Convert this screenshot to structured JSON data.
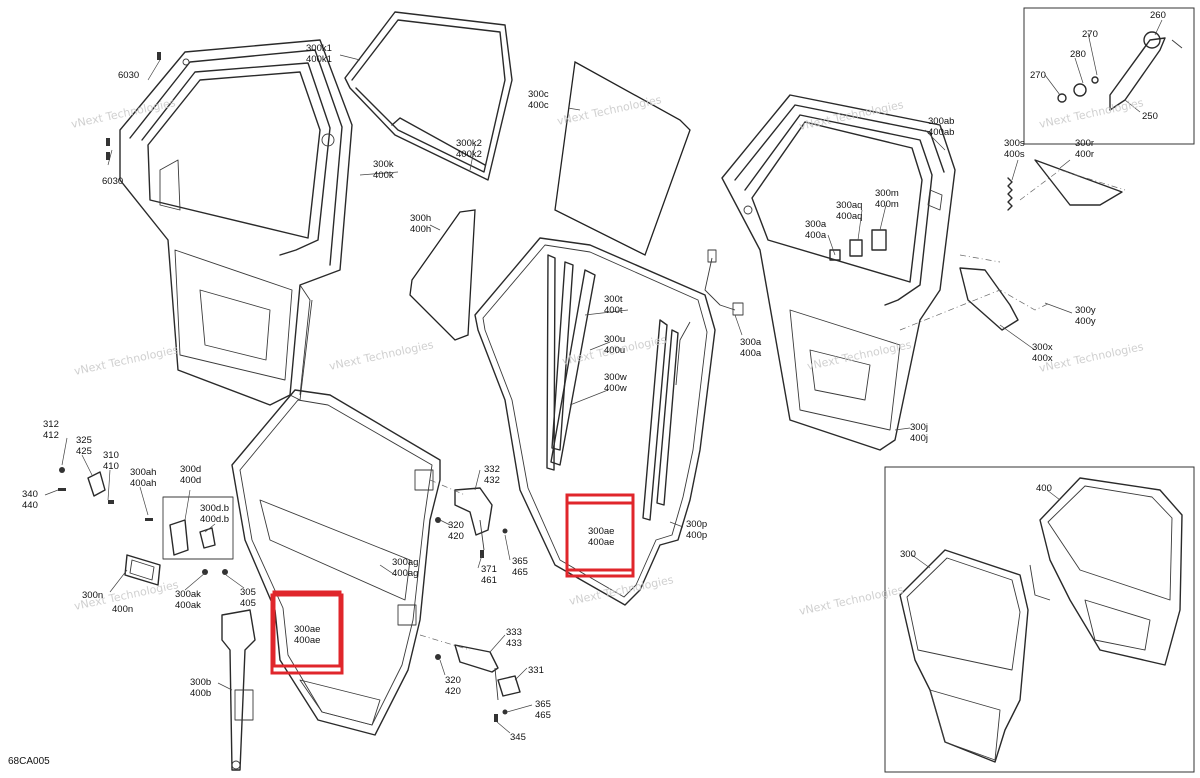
{
  "diagram": {
    "code": "68CA005",
    "watermark_lines": [
      "vNext Technologies",
      "vNext",
      "Technologies"
    ],
    "labels": {
      "l6030a": "6030",
      "l6030b": "6030",
      "l300k1": [
        "300k1",
        "400k1"
      ],
      "l300k2": [
        "300k2",
        "400k2"
      ],
      "l300k": [
        "300k",
        "400k"
      ],
      "l300c": [
        "300c",
        "400c"
      ],
      "l300h": [
        "300h",
        "400h"
      ],
      "l300t": [
        "300t",
        "400t"
      ],
      "l300u": [
        "300u",
        "400u"
      ],
      "l300w": [
        "300w",
        "400w"
      ],
      "l300a_mid": [
        "300a",
        "400a"
      ],
      "l300p": [
        "300p",
        "400p"
      ],
      "l300ae_mid": [
        "300ae",
        "400ae"
      ],
      "l300ab": [
        "300ab",
        "400ab"
      ],
      "l300aq": [
        "300aq",
        "400aq"
      ],
      "l300m": [
        "300m",
        "400m"
      ],
      "l300a_right": [
        "300a",
        "400a"
      ],
      "l300s": [
        "300s",
        "400s"
      ],
      "l300r": [
        "300r",
        "400r"
      ],
      "l300y": [
        "300y",
        "400y"
      ],
      "l300x": [
        "300x",
        "400x"
      ],
      "l300j": [
        "300j",
        "400j"
      ],
      "l312": [
        "312",
        "412"
      ],
      "l325": [
        "325",
        "425"
      ],
      "l310": [
        "310",
        "410"
      ],
      "l340": [
        "340",
        "440"
      ],
      "l300ah": [
        "300ah",
        "400ah"
      ],
      "l300d": [
        "300d",
        "400d"
      ],
      "l300db": [
        "300d.b",
        "400d.b"
      ],
      "l300ak": [
        "300ak",
        "400ak"
      ],
      "l305": [
        "305",
        "405"
      ],
      "l300n": [
        "300n",
        "400n"
      ],
      "l300ae_left": [
        "300ae",
        "400ae"
      ],
      "l300b": [
        "300b",
        "400b"
      ],
      "l300ag": [
        "300ag",
        "400ag"
      ],
      "l320a": [
        "320",
        "420"
      ],
      "l332": [
        "332",
        "432"
      ],
      "l371": [
        "371",
        "461"
      ],
      "l365a": [
        "365",
        "465"
      ],
      "l333": [
        "333",
        "433"
      ],
      "l320b": [
        "320",
        "420"
      ],
      "l331": "331",
      "l365b": [
        "365",
        "465"
      ],
      "l345": "345",
      "inset_260": "260",
      "inset_270a": "270",
      "inset_280": "280",
      "inset_270b": "270",
      "inset_250": "250",
      "inset_400": "400",
      "inset_300": "300"
    }
  }
}
